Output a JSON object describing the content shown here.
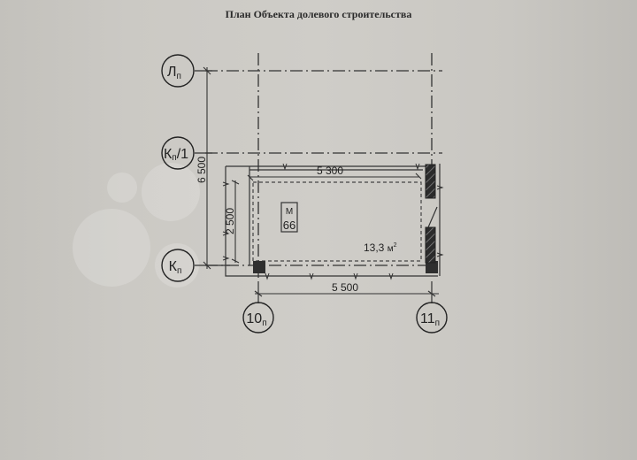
{
  "document": {
    "title": "План Объекта долевого строительства"
  },
  "axes": {
    "horizontal": [
      {
        "id": "lp",
        "main": "Л",
        "sub": "п",
        "label": "Лп"
      },
      {
        "id": "kp1",
        "main": "К",
        "sub": "п",
        "suffix": "/1",
        "label": "Кп/1"
      },
      {
        "id": "kp",
        "main": "К",
        "sub": "п",
        "label": "Кп"
      }
    ],
    "vertical": [
      {
        "id": "10p",
        "main": "10",
        "sub": "п",
        "label": "10п"
      },
      {
        "id": "11p",
        "main": "11",
        "sub": "п",
        "label": "11п"
      }
    ]
  },
  "dimensions": {
    "overall_vertical": "6 500",
    "room_vertical": "2 500",
    "room_horizontal": "5 300",
    "axis_horizontal": "5 500"
  },
  "room": {
    "tag_letter": "М",
    "tag_number": "66",
    "area": "13,3 м²",
    "area_value": "13,3",
    "area_unit": "м",
    "area_sup": "2"
  },
  "colors": {
    "paper": "#cbc9c4",
    "ink": "#222222",
    "hatch": "#2b2b2b"
  }
}
